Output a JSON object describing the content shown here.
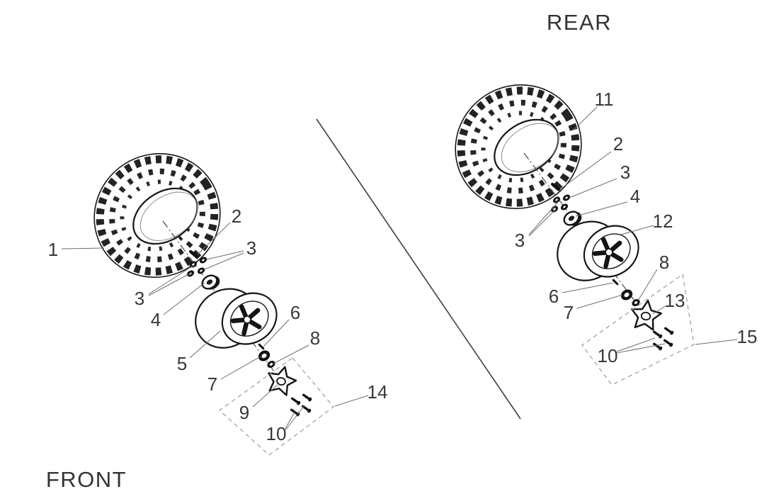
{
  "titles": {
    "front": "FRONT",
    "rear": "REAR"
  },
  "colors": {
    "line": "#161616",
    "leader": "#6e6e6e",
    "label_text": "#38383c",
    "dashed_box": "#9b9b9b",
    "background": "#ffffff"
  },
  "front": {
    "title": "FRONT",
    "callouts": [
      {
        "text": "1"
      },
      {
        "text": "2"
      },
      {
        "text": "3"
      },
      {
        "text": "3"
      },
      {
        "text": "4"
      },
      {
        "text": "5"
      },
      {
        "text": "6"
      },
      {
        "text": "7"
      },
      {
        "text": "8"
      },
      {
        "text": "9"
      },
      {
        "text": "10"
      },
      {
        "text": "14"
      }
    ]
  },
  "rear": {
    "title": "REAR",
    "callouts": [
      {
        "text": "11"
      },
      {
        "text": "2"
      },
      {
        "text": "3"
      },
      {
        "text": "4"
      },
      {
        "text": "3"
      },
      {
        "text": "12"
      },
      {
        "text": "6"
      },
      {
        "text": "7"
      },
      {
        "text": "8"
      },
      {
        "text": "13"
      },
      {
        "text": "10"
      },
      {
        "text": "15"
      }
    ]
  }
}
